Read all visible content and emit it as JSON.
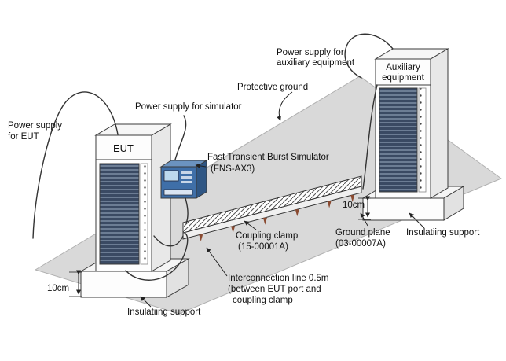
{
  "labels": {
    "power_supply_aux": [
      "Power supply for",
      "auxiliary equipment"
    ],
    "auxiliary_equipment": [
      "Auxiliary",
      "equipment"
    ],
    "protective_ground": "Protective ground",
    "power_supply_simulator": "Power supply for simulator",
    "power_supply_eut": [
      "Power supply",
      "for EUT"
    ],
    "eut": "EUT",
    "simulator": [
      "Fast Transient Burst Simulator",
      "(FNS-AX3)"
    ],
    "ten_cm_right": "10cm",
    "coupling_clamp": [
      "Coupling clamp",
      "(15-00001A)"
    ],
    "ground_plane": [
      "Ground plane",
      "(03-00007A)"
    ],
    "insulating_support_right": "Insulatiing support",
    "ten_cm_left": "10cm",
    "interconnection": [
      "Interconnection line 0.5m",
      "(between EUT port and",
      "coupling clamp"
    ],
    "insulating_support_left": "Insulatiing support"
  },
  "colors": {
    "ground_plane": "#d9d9d9",
    "rack_slats": "#3a4a63",
    "simulator_body": "#3f6fa8",
    "simulator_screen": "#bcd9ee",
    "clamp_feet": "#8a4a30"
  }
}
